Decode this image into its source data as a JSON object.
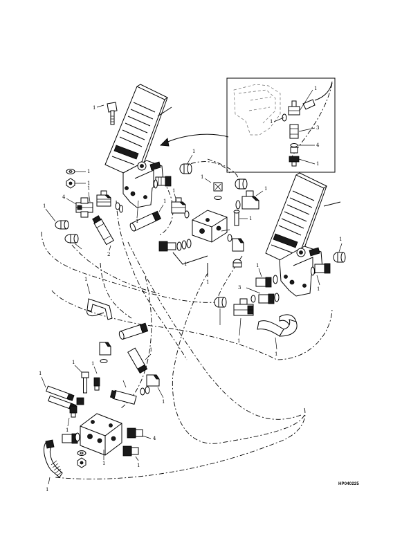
{
  "figure": {
    "id": "HP040225"
  },
  "callouts": [
    "1",
    "2",
    "3",
    "4"
  ]
}
